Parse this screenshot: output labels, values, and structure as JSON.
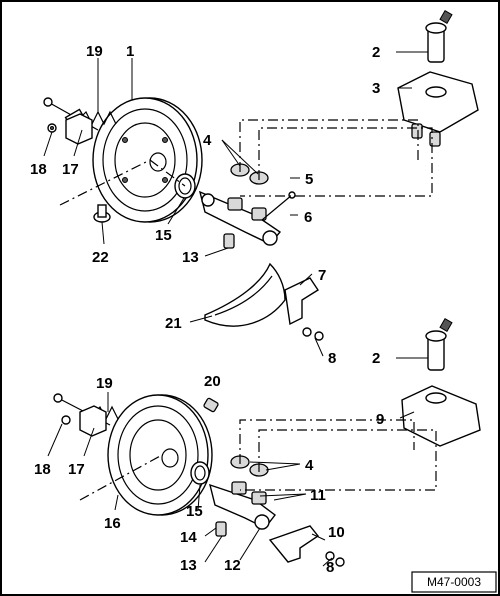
{
  "labels": {
    "l1": "1",
    "l2a": "2",
    "l2b": "2",
    "l3": "3",
    "l4a": "4",
    "l4b": "4",
    "l5": "5",
    "l6": "6",
    "l7": "7",
    "l8a": "8",
    "l8b": "8",
    "l9": "9",
    "l10": "10",
    "l11": "11",
    "l12": "12",
    "l13a": "13",
    "l13b": "13",
    "l14": "14",
    "l15a": "15",
    "l15b": "15",
    "l16": "16",
    "l17a": "17",
    "l17b": "17",
    "l18a": "18",
    "l18b": "18",
    "l19a": "19",
    "l19b": "19",
    "l20": "20",
    "l21": "21",
    "l22": "22"
  },
  "figure_ref": "M47-0003"
}
